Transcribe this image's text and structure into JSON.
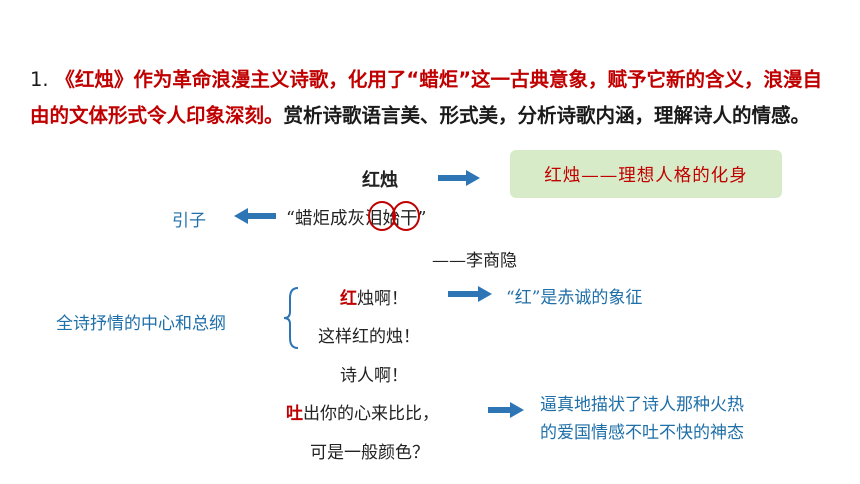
{
  "intro": {
    "number": "1.",
    "red_text": "《红烛》作为革命浪漫主义诗歌，化用了“蜡炬”这一古典意象，赋予它新的含义，浪漫自由的文体形式令人印象深刻。",
    "dark_text": "赏析诗歌语言美、形式美，分析诗歌内涵，理解诗人的情感。"
  },
  "title": "红烛",
  "title_note": "红烛——理想人格的化身",
  "quote": {
    "open": "“蜡炬成",
    "c1": "灰",
    "c2": "泪",
    "close": "始干”",
    "author": "——李商隐"
  },
  "quote_note": "引子",
  "brace_note": "全诗抒情的中心和总纲",
  "poem": {
    "line1_hl": "红",
    "line1_rest": "烛啊！",
    "line2": "这样红的烛！",
    "line3": "诗人啊！",
    "line4_hl": "吐",
    "line4_rest": "出你的心来比比，",
    "line5": "可是一般颜色？"
  },
  "hong_note": "“红”是赤诚的象征",
  "tu_note": {
    "line1": "逼真地描状了诗人那种火热",
    "line2": "的爱国情感不吐不快的神态"
  },
  "colors": {
    "red": "#c00000",
    "blue": "#1f6fa8",
    "green_box": "#d8ebc8"
  }
}
